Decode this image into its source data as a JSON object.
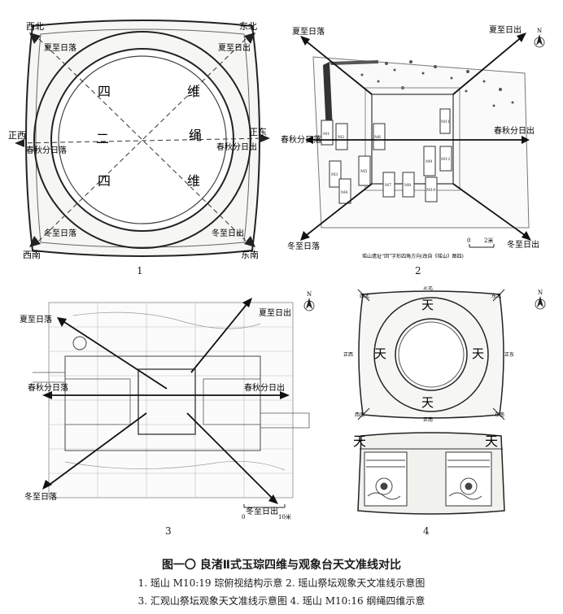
{
  "figure": {
    "title": "图一〇  良渚Ⅱ式玉琮四维与观象台天文准线对比",
    "captions": [
      "1. 瑶山 M10:19 琮俯视结构示意   2. 瑶山祭坛观象天文准线示意图",
      "3. 汇观山祭坛观象天文准线示意图  4. 瑶山 M10:16 纲绳四维示意"
    ]
  },
  "panel1": {
    "number": "1",
    "labels": {
      "northwest": "西北",
      "northeast": "东北",
      "southwest": "西南",
      "southeast": "东南",
      "west": "正西",
      "east": "正东",
      "summer_sunset": "夏至日落",
      "summer_sunrise": "夏至日出",
      "equinox_sunset": "春秋分日落",
      "equinox_sunrise": "春秋分日出",
      "winter_sunset": "冬至日落",
      "winter_sunrise": "冬至日出",
      "si": "四",
      "wei": "维",
      "er": "二",
      "sheng": "绳"
    }
  },
  "panel2": {
    "number": "2",
    "labels": {
      "summer_sunset": "夏至日落",
      "summer_sunrise": "夏至日出",
      "equinox_sunset": "春秋分日落",
      "equinox_sunrise": "春秋分日出",
      "winter_sunset": "冬至日落",
      "winter_sunrise": "冬至日出",
      "north": "N",
      "note": "瑶山遗址“回”字形四角方向(改自《瑶山》图四)",
      "scale": "2米",
      "scale_zero": "0",
      "tombs": [
        "M1",
        "M2",
        "M3",
        "M4",
        "M5",
        "M6",
        "M7",
        "M8",
        "M9",
        "M10",
        "M11",
        "M12"
      ]
    }
  },
  "panel3": {
    "number": "3",
    "labels": {
      "summer_sunset": "夏至日落",
      "summer_sunrise": "夏至日出",
      "equinox_sunset": "春秋分日落",
      "equinox_sunrise": "春秋分日出",
      "winter_sunset": "冬至日落",
      "winter_sunrise": "冬至日出",
      "north": "N",
      "scale": "10米",
      "scale_zero": "0"
    }
  },
  "panel4": {
    "number": "4",
    "labels": {
      "tian": "天",
      "north": "正北",
      "northwest": "西北",
      "northeast": "东北",
      "west": "正西",
      "east": "正东",
      "southwest": "西南",
      "southeast": "东南",
      "south": "正南",
      "north_arrow": "N"
    }
  }
}
